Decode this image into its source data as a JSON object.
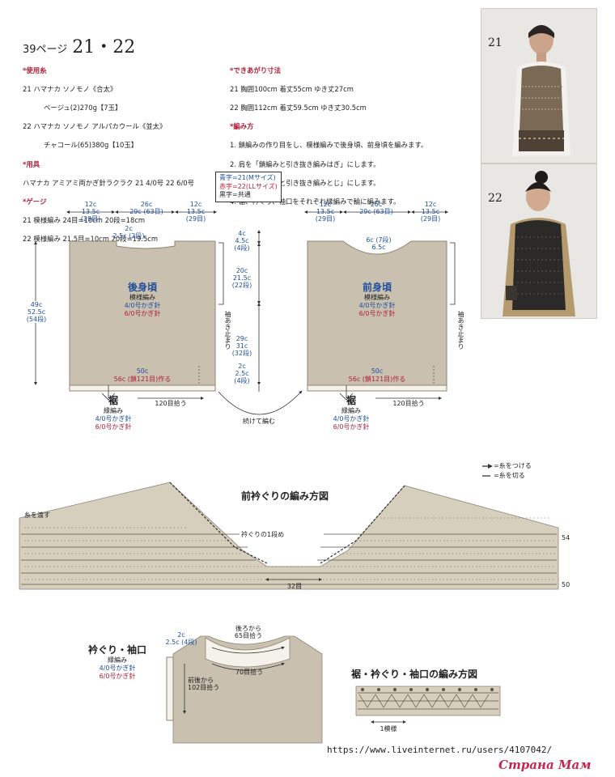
{
  "header": {
    "page_ref": "39ページ",
    "models": "21・22"
  },
  "spec": {
    "materials_h": "*使用糸",
    "materials_1": "21 ハマナカ ソノモノ《合太》",
    "materials_2": "ベージュ(2)270g【7玉】",
    "materials_3": "22 ハマナカ ソノモノ アルパカウール《並太》",
    "materials_4": "チャコール(65)380g【10玉】",
    "tools_h": "*用具",
    "tools_1": "ハマナカ アミアミ両かぎ針ラクラク 21 4/0号 22 6/0号",
    "gauge_h": "*ゲージ",
    "gauge_1": "21 模様編み 24目=10cm 20段=18cm",
    "gauge_2": "22 模様編み 21.5目=10cm 20段=19.5cm",
    "size_h": "*できあがり寸法",
    "size_1": "21 胸囲100cm 着丈55cm ゆき丈27cm",
    "size_2": "22 胸囲112cm 着丈59.5cm ゆき丈30.5cm",
    "method_h": "*編み方",
    "method_1": "1. 鎖編みの作り目をし、模様編みで後身頃、前身頃を編みます。",
    "method_2": "2. 肩を「鎖編みと引き抜き編みはぎ」にします。",
    "method_3": "3. 脇を「鎖編みと引き抜き編みとじ」にします。",
    "method_4": "4. 裾、衿ぐり、袖口をそれぞれ縁編みで輪に編みます。"
  },
  "photos": {
    "p1": "21",
    "p2": "22"
  },
  "legend": {
    "l1": "青字=21(Mサイズ)",
    "l2": "赤字=22(LLサイズ)",
    "l3": "黒字=共通"
  },
  "back": {
    "title": "後身頃",
    "pattern": "模様編み",
    "hook_a": "4/0号かぎ針",
    "hook_b": "6/0号かぎ針",
    "w_left": "12c\n13.5c\n(29目)",
    "w_mid": "26c\n29c (63目)",
    "w_right": "12c\n13.5c\n(29目)",
    "neck": "2c\n2.5c (2段)",
    "height": "49c\n52.5c\n(54段)",
    "base_a": "50c",
    "base_b": "56c (鎖121目)作る",
    "armhole": "袖あき止まり"
  },
  "front": {
    "title": "前身頃",
    "pattern": "模様編み",
    "hook_a": "4/0号かぎ針",
    "hook_b": "6/0号かぎ針",
    "w_left": "12c\n13.5c\n(29目)",
    "w_mid": "26c\n29c (63目)",
    "w_right": "12c\n13.5c\n(29目)",
    "neck": "6c (7段)\n6.5c",
    "base_a": "50c",
    "base_b": "56c (鎖121目)作る",
    "armhole": "袖あき止まり"
  },
  "center_dims": {
    "d1": "4c\n4.5c\n(4段)",
    "d2": "20c\n21.5c\n(22段)",
    "d3": "29c\n31c\n(32段)",
    "d4": "2c\n2.5c\n(4段)"
  },
  "hem_back": {
    "title": "裾",
    "sub": "縁編み",
    "hook_a": "4/0号かぎ針",
    "hook_b": "6/0号かぎ針",
    "pick": "120目拾う"
  },
  "hem_front": {
    "title": "裾",
    "sub": "縁編み",
    "hook_a": "4/0号かぎ針",
    "hook_b": "6/0号かぎ針",
    "pick": "120目拾う"
  },
  "continue": "続けて編む",
  "symbols": {
    "s1": "=糸をつける",
    "s2": "=糸を切る"
  },
  "chart1": {
    "title": "前衿ぐりの編み方図",
    "yarn": "糸を渡す",
    "row_note": "衿ぐりの1段め",
    "label_32": "32目",
    "row54": "54",
    "row50": "50"
  },
  "neck_band": {
    "title": "衿ぐり・袖口",
    "sub": "縁編み",
    "hook_a": "4/0号かぎ針",
    "hook_b": "6/0号かぎ針",
    "dim": "2c\n2.5c (4段)",
    "back_pick": "後ろから\n65目拾う",
    "front_pick": "70目拾う",
    "sleeve_pick": "前後から\n102目拾う"
  },
  "chart2": {
    "title": "裾・衿ぐり・袖口の編み方図",
    "repeat": "1模様"
  },
  "footer": {
    "url": "https://www.liveinternet.ru/users/4107042/",
    "watermark": "Страна Мам"
  }
}
